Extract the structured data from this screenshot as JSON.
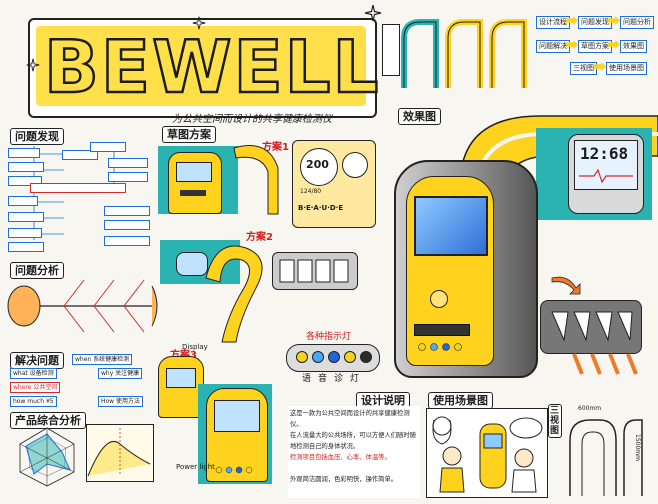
{
  "title": {
    "main": "BEWELL",
    "subtitle": "为公共空间而设计的共享健康检测仪"
  },
  "sections": {
    "problem_discovery": "问题发现",
    "problem_analysis": "问题分析",
    "problem_solving": "解决问题",
    "product_analysis": "产品综合分析",
    "sketch_plan": "草图方案",
    "renderings": "效果图",
    "design_notes": "设计说明",
    "usage_scene": "使用场景图",
    "three_views": "三视图"
  },
  "sketch_marks": {
    "plan1": "方案1",
    "plan2": "方案2",
    "plan3": "方案3",
    "display": "Display",
    "power": "Power light"
  },
  "flow": {
    "row1": [
      "设计流程",
      "问题发现",
      "问题分析"
    ],
    "row2": [
      "问题解决",
      "草图方案",
      "效果图"
    ],
    "row3": [
      "三视图",
      "使用场景图"
    ]
  },
  "display_panel": {
    "reading": "200",
    "small": "124/80",
    "label": "B·E·A·U·D·E"
  },
  "clock": {
    "time": "12:68"
  },
  "indicator": {
    "title": "各种指示灯",
    "labels": [
      "语",
      "音",
      "诊",
      "灯"
    ],
    "colors": [
      "#f2d21c",
      "#4aa8ff",
      "#1f66d9",
      "#f2d21c",
      "#2c2c2c"
    ]
  },
  "solve_items": [
    "when 系统健康检测",
    "what 设备检测",
    "why 关注健康",
    "where 公共空间",
    "how much ¥5",
    "How 使用方法"
  ],
  "design_note": {
    "p1": "这是一款为公共空间而设计的共享健康检测仪。",
    "p2": "在人流量大的公共场所，可以方便人们随时随地检测自己的身体状况。",
    "p3": "检测项目包括血压、心率、体温等。",
    "p4": "外观简洁圆润，色彩明快，操作简单。"
  },
  "three_view_dims": {
    "w": "600mm",
    "h": "1500mm"
  },
  "colors": {
    "accent": "#ffd21e",
    "teal": "#2bb3b1",
    "red": "#d31d1d",
    "blue": "#1e6fd9"
  }
}
